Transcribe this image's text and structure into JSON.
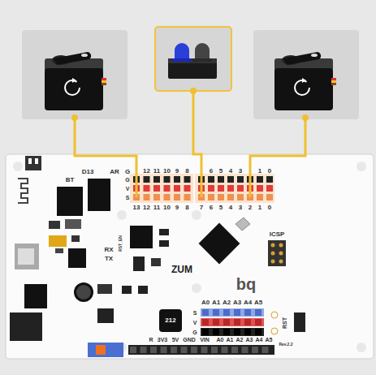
{
  "diagram": {
    "labels": [
      "D13",
      "AR",
      "G",
      "12",
      "11",
      "10",
      "9",
      "8",
      "6",
      "5",
      "4",
      "3",
      "1",
      "0",
      "G",
      "V",
      "S",
      "13",
      "12",
      "11",
      "10",
      "9",
      "8",
      "7",
      "6",
      "5",
      "4",
      "3",
      "2",
      "1",
      "0",
      "BT",
      "RST_EN",
      "RX",
      "TX",
      "ZUM",
      "bq",
      "ICSP",
      "RST",
      "Rev.2.2",
      "A0",
      "A1",
      "A2",
      "A3",
      "A4",
      "A5",
      "S",
      "V",
      "G",
      "212",
      "R",
      "3V3",
      "5V",
      "GND",
      "VIN",
      "A0",
      "A1",
      "A2",
      "A3",
      "A4",
      "A5"
    ]
  }
}
